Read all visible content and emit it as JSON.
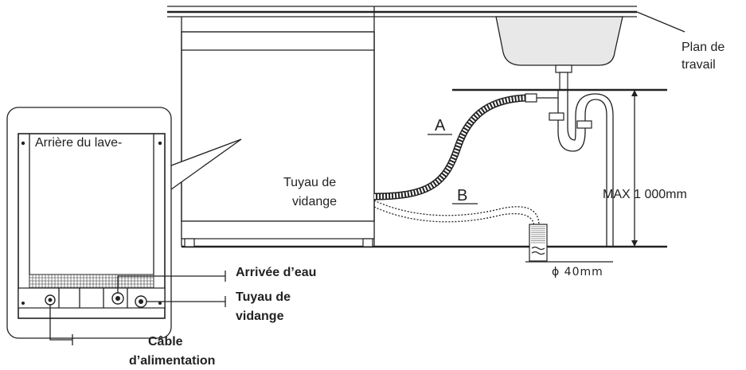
{
  "labels": {
    "worktop_line1": "Plan de",
    "worktop_line2": "travail",
    "back_of_dishwasher": "Arrière du lave-",
    "drain_hose_top_line1": "Tuyau de",
    "drain_hose_top_line2": "vidange",
    "hose_a": "A",
    "hose_b": "B",
    "max_height": "MAX 1 000mm",
    "diameter": "ϕ 40mm",
    "water_inlet": "Arrivée d’eau",
    "drain_hose_bottom_line1": "Tuyau de",
    "drain_hose_bottom_line2": "vidange",
    "power_cable_line1": "Câble",
    "power_cable_line2": "d’alimentation"
  },
  "colors": {
    "line": "#222222",
    "background": "#ffffff",
    "sink_fill": "#e8e8e8"
  }
}
